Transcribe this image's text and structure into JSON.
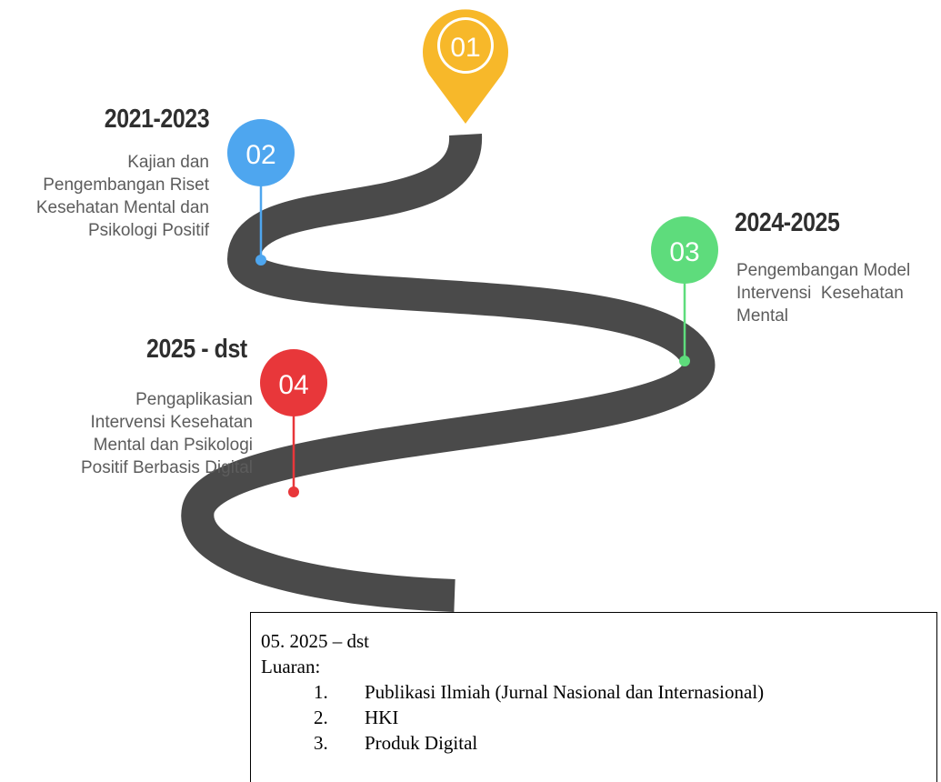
{
  "colors": {
    "road": "#4a4a4a",
    "milestone_01": "#f7b82a",
    "milestone_02": "#4ea6ef",
    "milestone_03": "#5edc7c",
    "milestone_04": "#e8373a"
  },
  "milestones": [
    {
      "number": "01"
    },
    {
      "number": "02",
      "period": "2021-2023",
      "description_lines": [
        "Kajian dan",
        "Pengembangan Riset",
        "Kesehatan Mental dan",
        "Psikologi Positif"
      ]
    },
    {
      "number": "03",
      "period": "2024-2025",
      "description_lines": [
        "Pengembangan Model",
        "Intervensi  Kesehatan",
        "Mental"
      ]
    },
    {
      "number": "04",
      "period": "2025 - dst",
      "description_lines": [
        "Pengaplikasian",
        "Intervensi Kesehatan",
        "Mental dan Psikologi",
        "Positif Berbasis Digital"
      ]
    }
  ],
  "outputs_box": {
    "heading": "05. 2025 – dst",
    "label": "Luaran:",
    "items": [
      {
        "number": "1.",
        "text": "Publikasi Ilmiah (Jurnal Nasional dan Internasional)"
      },
      {
        "number": "2.",
        "text": "HKI"
      },
      {
        "number": "3.",
        "text": "Produk Digital"
      }
    ]
  }
}
